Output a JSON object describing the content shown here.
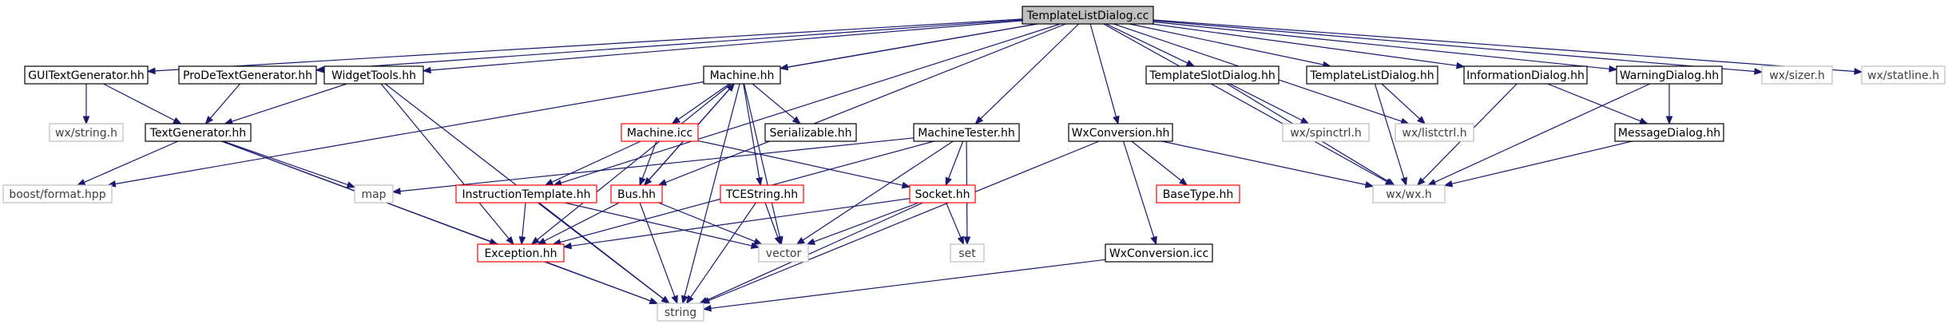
{
  "colors": {
    "edge": "#191970",
    "root_fill": "#bfbfbf",
    "root_border": "#000000",
    "normal_border": "#000000",
    "red_border": "#ff0000",
    "gray_border": "#bfbfbf",
    "gray_text": "#404040",
    "text": "#000000"
  },
  "nodes": [
    {
      "id": "root",
      "label": "TemplateListDialog.cc",
      "style": "root"
    },
    {
      "id": "guitextgen",
      "label": "GUITextGenerator.hh",
      "style": "normal"
    },
    {
      "id": "prodetextgen",
      "label": "ProDeTextGenerator.hh",
      "style": "normal"
    },
    {
      "id": "widgettools",
      "label": "WidgetTools.hh",
      "style": "normal"
    },
    {
      "id": "machinehh",
      "label": "Machine.hh",
      "style": "normal"
    },
    {
      "id": "wxstring",
      "label": "wx/string.h",
      "style": "gray"
    },
    {
      "id": "textgen",
      "label": "TextGenerator.hh",
      "style": "normal"
    },
    {
      "id": "machineicc",
      "label": "Machine.icc",
      "style": "red"
    },
    {
      "id": "serializable",
      "label": "Serializable.hh",
      "style": "normal"
    },
    {
      "id": "machinetester",
      "label": "MachineTester.hh",
      "style": "normal"
    },
    {
      "id": "boostformat",
      "label": "boost/format.hpp",
      "style": "gray"
    },
    {
      "id": "map",
      "label": "map",
      "style": "gray"
    },
    {
      "id": "insttemplate",
      "label": "InstructionTemplate.hh",
      "style": "red"
    },
    {
      "id": "bushh",
      "label": "Bus.hh",
      "style": "red"
    },
    {
      "id": "tcestring",
      "label": "TCEString.hh",
      "style": "red"
    },
    {
      "id": "sockethh",
      "label": "Socket.hh",
      "style": "red"
    },
    {
      "id": "exception",
      "label": "Exception.hh",
      "style": "red"
    },
    {
      "id": "vector",
      "label": "vector",
      "style": "gray"
    },
    {
      "id": "set",
      "label": "set",
      "style": "gray"
    },
    {
      "id": "string",
      "label": "string",
      "style": "gray"
    },
    {
      "id": "wxconvhh",
      "label": "WxConversion.hh",
      "style": "normal"
    },
    {
      "id": "basetype",
      "label": "BaseType.hh",
      "style": "red"
    },
    {
      "id": "wxconvicc",
      "label": "WxConversion.icc",
      "style": "normal"
    },
    {
      "id": "templateslot",
      "label": "TemplateSlotDialog.hh",
      "style": "normal"
    },
    {
      "id": "wxspinctrl",
      "label": "wx/spinctrl.h",
      "style": "gray"
    },
    {
      "id": "templatelist",
      "label": "TemplateListDialog.hh",
      "style": "normal"
    },
    {
      "id": "wxlistctrl",
      "label": "wx/listctrl.h",
      "style": "gray"
    },
    {
      "id": "infodialog",
      "label": "InformationDialog.hh",
      "style": "normal"
    },
    {
      "id": "messagedialog",
      "label": "MessageDialog.hh",
      "style": "normal"
    },
    {
      "id": "warningdialog",
      "label": "WarningDialog.hh",
      "style": "normal"
    },
    {
      "id": "wxsizer",
      "label": "wx/sizer.h",
      "style": "gray"
    },
    {
      "id": "wxstatline",
      "label": "wx/statline.h",
      "style": "gray"
    },
    {
      "id": "wxwx",
      "label": "wx/wx.h",
      "style": "gray"
    }
  ],
  "edges": [
    [
      "root",
      "guitextgen"
    ],
    [
      "root",
      "prodetextgen"
    ],
    [
      "root",
      "widgettools"
    ],
    [
      "root",
      "machinehh"
    ],
    [
      "root",
      "boostformat"
    ],
    [
      "root",
      "insttemplate"
    ],
    [
      "root",
      "bushh"
    ],
    [
      "root",
      "machinetester"
    ],
    [
      "root",
      "wxconvhh"
    ],
    [
      "root",
      "templateslot"
    ],
    [
      "root",
      "templatelist"
    ],
    [
      "root",
      "wxlistctrl"
    ],
    [
      "root",
      "infodialog"
    ],
    [
      "root",
      "warningdialog"
    ],
    [
      "root",
      "wxsizer"
    ],
    [
      "root",
      "wxstatline"
    ],
    [
      "root",
      "wxwx"
    ],
    [
      "guitextgen",
      "wxstring"
    ],
    [
      "guitextgen",
      "textgen"
    ],
    [
      "prodetextgen",
      "textgen"
    ],
    [
      "widgettools",
      "textgen"
    ],
    [
      "widgettools",
      "exception"
    ],
    [
      "widgettools",
      "string"
    ],
    [
      "textgen",
      "boostformat"
    ],
    [
      "textgen",
      "map"
    ],
    [
      "textgen",
      "exception"
    ],
    [
      "textgen",
      "string"
    ],
    [
      "machinehh",
      "machineicc"
    ],
    [
      "machinehh",
      "serializable"
    ],
    [
      "machinehh",
      "tcestring"
    ],
    [
      "machinehh",
      "exception"
    ],
    [
      "machinehh",
      "bushh"
    ],
    [
      "machinehh",
      "vector"
    ],
    [
      "machinehh",
      "string"
    ],
    [
      "machineicc",
      "insttemplate"
    ],
    [
      "machineicc",
      "bushh"
    ],
    [
      "machineicc",
      "sockethh"
    ],
    [
      "machinetester",
      "map"
    ],
    [
      "machinetester",
      "exception"
    ],
    [
      "machinetester",
      "vector"
    ],
    [
      "machinetester",
      "sockethh"
    ],
    [
      "machinetester",
      "set"
    ],
    [
      "insttemplate",
      "exception"
    ],
    [
      "insttemplate",
      "string"
    ],
    [
      "insttemplate",
      "vector"
    ],
    [
      "bushh",
      "machinehh"
    ],
    [
      "bushh",
      "exception"
    ],
    [
      "bushh",
      "string"
    ],
    [
      "bushh",
      "vector"
    ],
    [
      "tcestring",
      "string"
    ],
    [
      "tcestring",
      "vector"
    ],
    [
      "sockethh",
      "vector"
    ],
    [
      "sockethh",
      "set"
    ],
    [
      "sockethh",
      "string"
    ],
    [
      "sockethh",
      "exception"
    ],
    [
      "exception",
      "string"
    ],
    [
      "wxconvhh",
      "basetype"
    ],
    [
      "wxconvhh",
      "wxconvicc"
    ],
    [
      "wxconvhh",
      "wxwx"
    ],
    [
      "wxconvhh",
      "string"
    ],
    [
      "wxconvicc",
      "string"
    ],
    [
      "templateslot",
      "wxspinctrl"
    ],
    [
      "templateslot",
      "wxwx"
    ],
    [
      "templatelist",
      "wxlistctrl"
    ],
    [
      "templatelist",
      "wxwx"
    ],
    [
      "infodialog",
      "messagedialog"
    ],
    [
      "infodialog",
      "wxwx"
    ],
    [
      "warningdialog",
      "messagedialog"
    ],
    [
      "warningdialog",
      "wxwx"
    ],
    [
      "messagedialog",
      "wxwx"
    ]
  ]
}
